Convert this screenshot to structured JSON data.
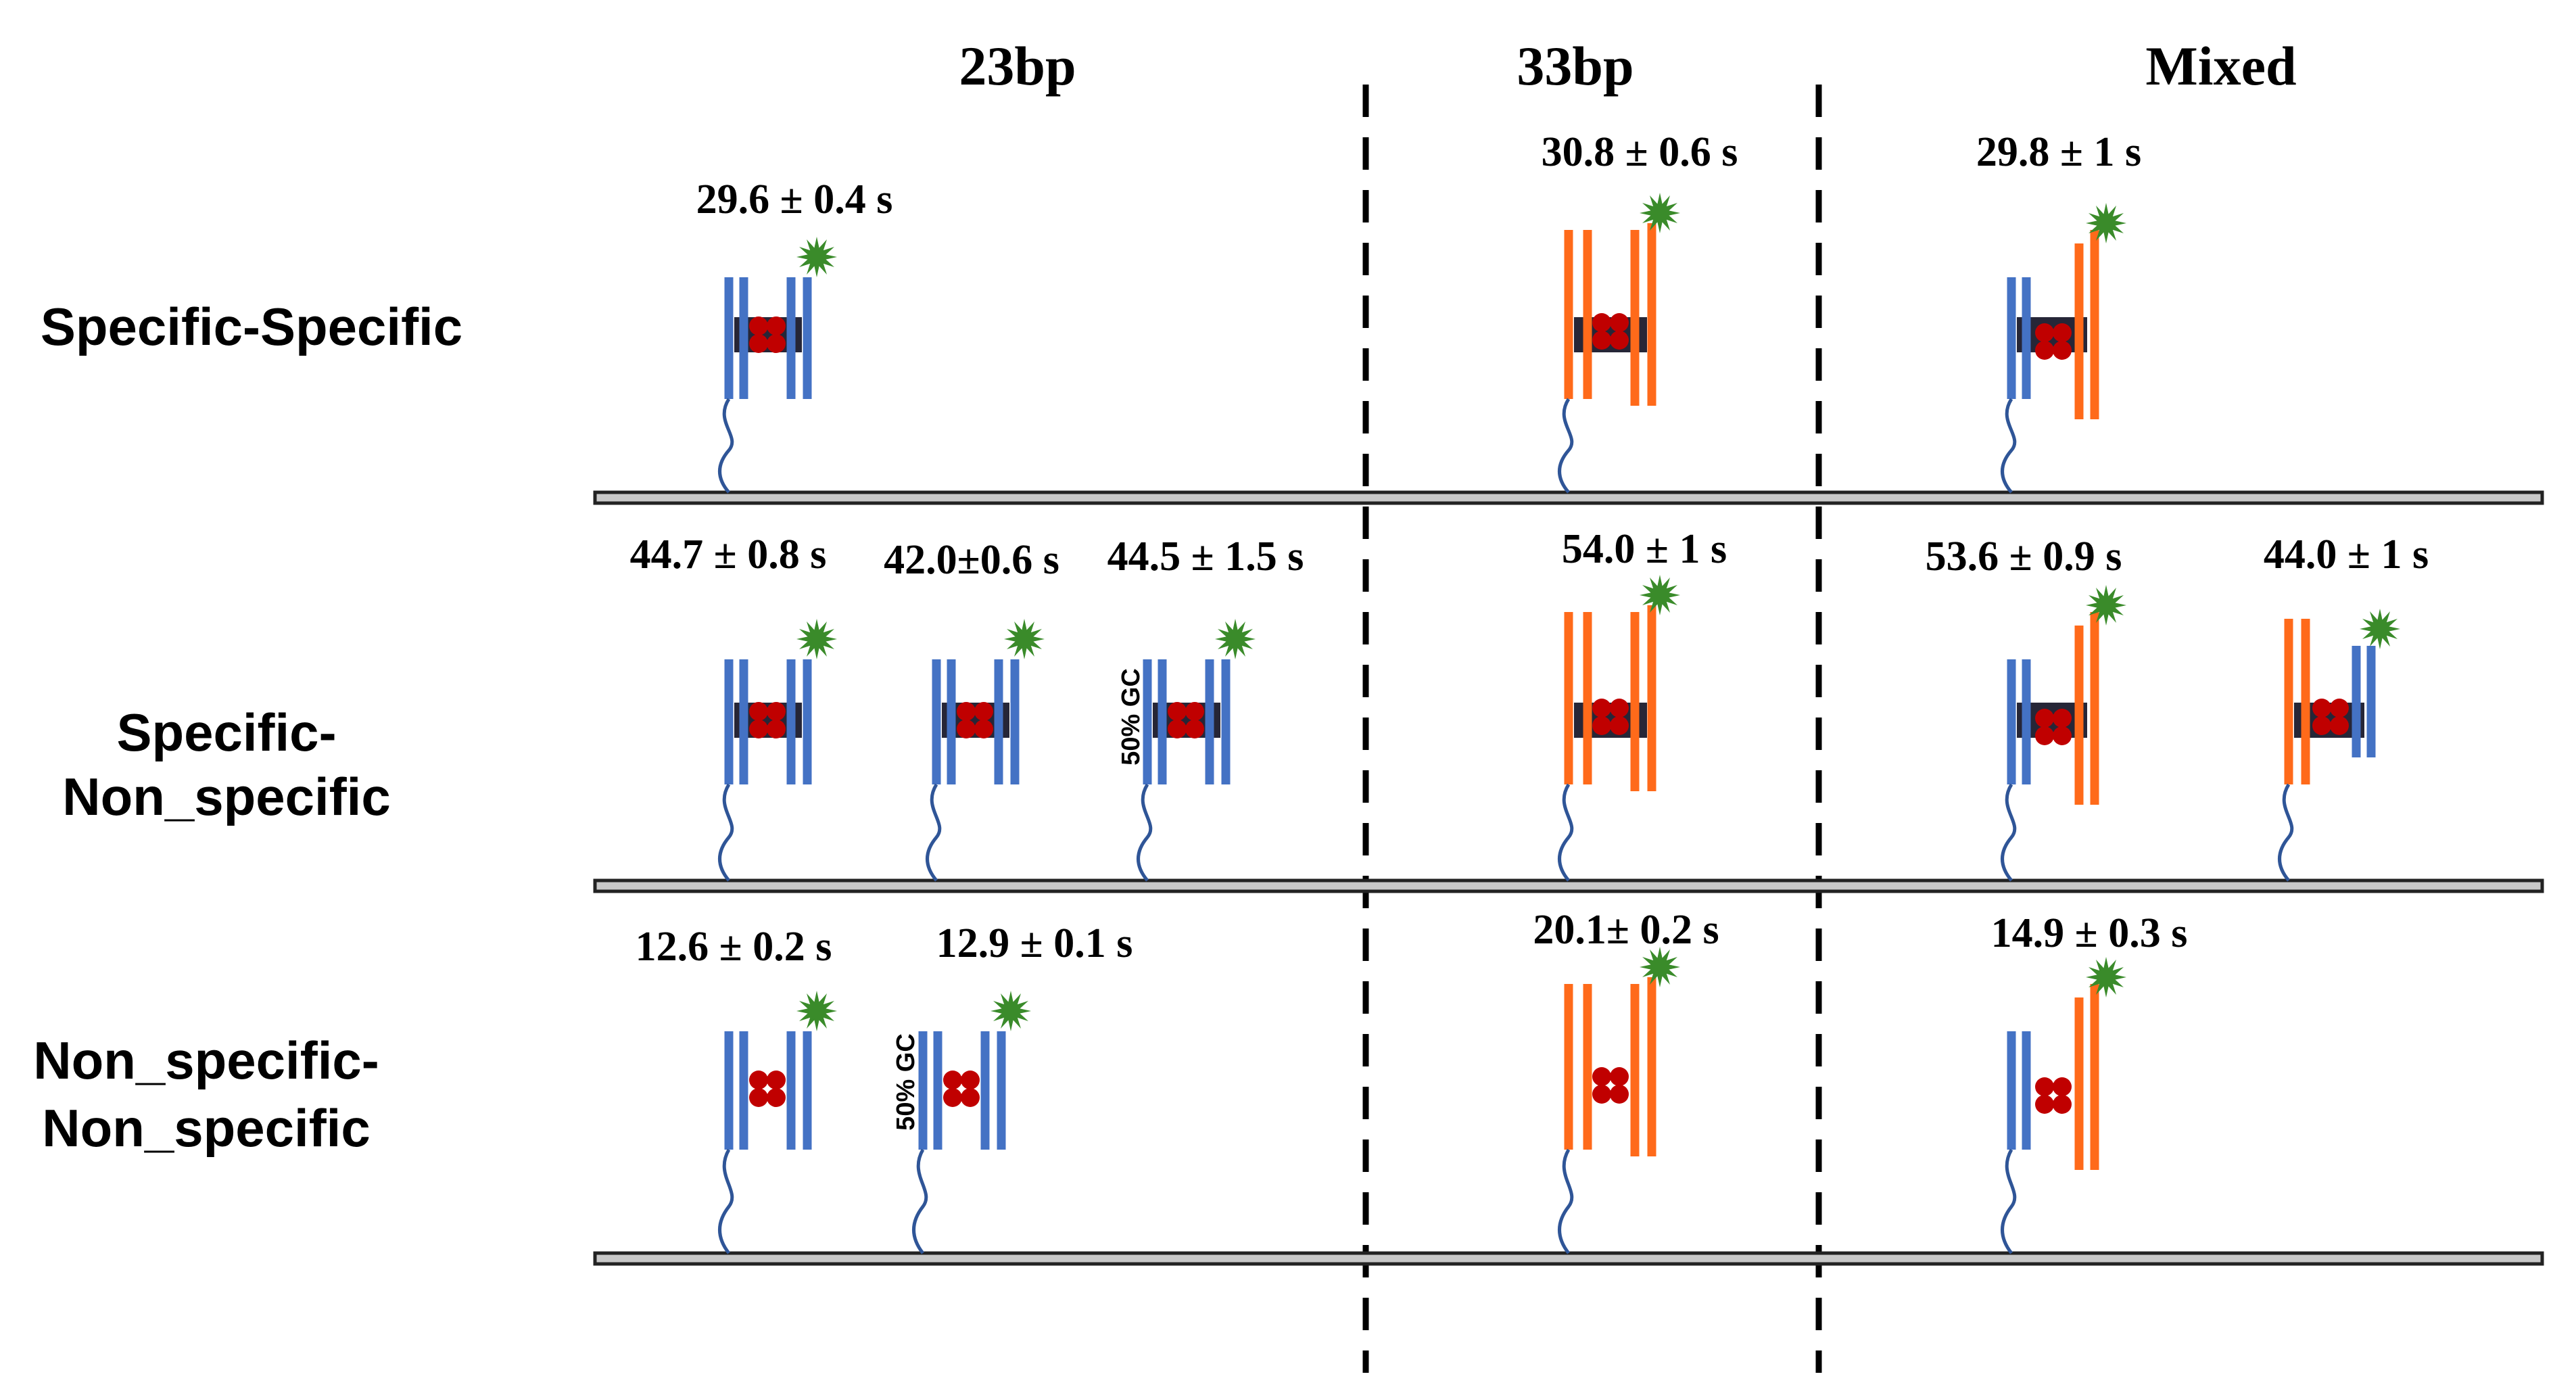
{
  "columns": {
    "c23": "23bp",
    "c33": "33bp",
    "mixed": "Mixed"
  },
  "rows": {
    "ss": [
      "Specific-Specific"
    ],
    "sn": [
      "Specific-",
      "Non_specific"
    ],
    "nn": [
      "Non_specific-",
      "Non_specific"
    ]
  },
  "times": {
    "ss_23": "29.6 ± 0.4 s",
    "ss_33": "30.8 ± 0.6 s",
    "ss_mixed": "29.8 ± 1  s",
    "sn_23_a": "44.7 ± 0.8 s",
    "sn_23_b": "42.0±0.6 s",
    "sn_23_c": "44.5 ± 1.5 s",
    "sn_33": "54.0 ± 1 s",
    "sn_mixed_a": "53.6 ± 0.9 s",
    "sn_mixed_b": "44.0 ± 1 s",
    "nn_23_a": "12.6 ± 0.2 s",
    "nn_23_b": "12.9 ± 0.1 s",
    "nn_33": "20.1± 0.2 s",
    "nn_mixed": "14.9 ± 0.3 s"
  },
  "gc_label": "50% GC",
  "colors": {
    "dna_23bp": "#4472C4",
    "dna_33bp": "#FF6A1A",
    "protein": "#C00000",
    "specific_site": "#262637",
    "fluorophore": "#3A8B2A",
    "tether": "#2F5597",
    "surface_fill": "#C8C8C8",
    "surface_edge": "#222222"
  }
}
